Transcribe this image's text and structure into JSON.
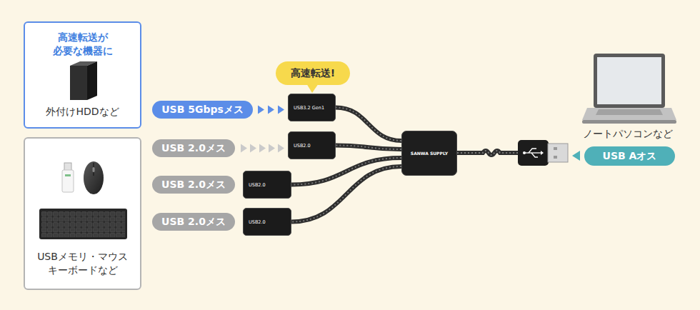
{
  "diagram": {
    "nodes": [
      {
        "text": [
          "高速転送が 必要な機器に",
          "外付けHDDなど"
        ]
      },
      {
        "text": [
          "USBメモリ・マウス キーボードなど"
        ]
      },
      {
        "text": [
          "高速転送!"
        ]
      },
      {
        "text": [
          "USB 5Gbpsメス"
        ]
      },
      {
        "text": [
          "USB3.2 Gen1"
        ]
      },
      {
        "text": [
          "USB 2.0メス"
        ]
      },
      {
        "text": [
          "USB2.0"
        ]
      },
      {
        "text": [
          "USB 2.0メス"
        ]
      },
      {
        "text": [
          "USB2.0"
        ]
      },
      {
        "text": [
          "USB 2.0メス"
        ]
      },
      {
        "text": [
          "USB2.0"
        ]
      },
      {
        "text": [
          "SANWA SUPPLY"
        ]
      },
      {
        "text": [
          "USB Aオス"
        ]
      }
    ],
    "edges": [
      {
        "from": 3,
        "to": 4,
        "arrow": "to"
      },
      {
        "from": 5,
        "to": 6,
        "arrow": "to"
      },
      {
        "from": 7,
        "to": 8,
        "arrow": "to"
      },
      {
        "from": 9,
        "to": 10,
        "arrow": "to"
      },
      {
        "from": 11,
        "to": 4,
        "arrow": "none"
      },
      {
        "from": 11,
        "to": 6,
        "arrow": "none"
      },
      {
        "from": 11,
        "to": 8,
        "arrow": "none"
      },
      {
        "from": 11,
        "to": 10,
        "arrow": "none"
      }
    ],
    "labels": [
      "ノートパソコンなど"
    ]
  }
}
